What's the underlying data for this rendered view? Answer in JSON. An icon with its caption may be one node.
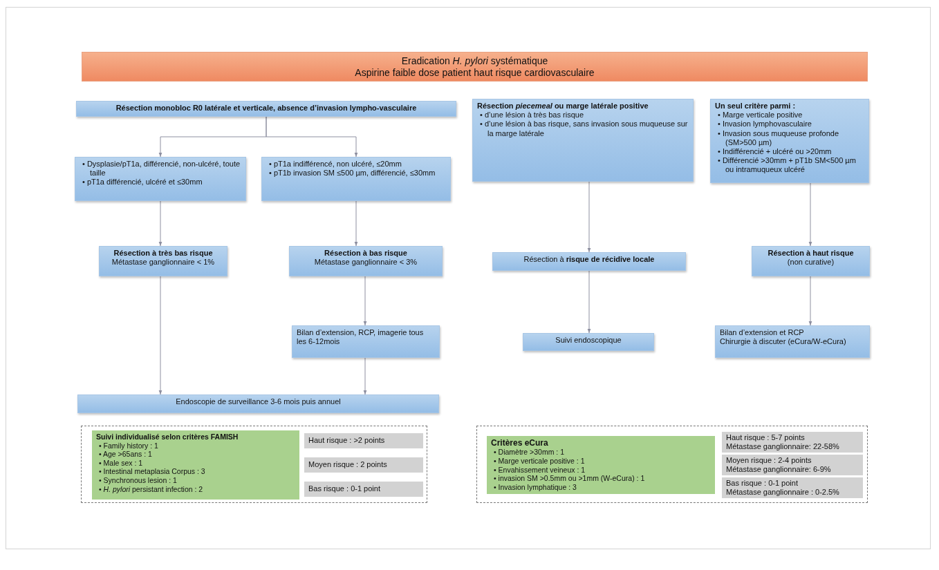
{
  "diagram": {
    "nodes": [
      {
        "text": [
          "Eradication *H. pylori* systématique",
          "Aspirine faible dose patient haut risque cardiovasculaire"
        ]
      },
      {
        "text": [
          "Résection monobloc R0 latérale et verticale, absence d’invasion lympho-vasculaire"
        ]
      },
      {
        "text": [
          "• Dysplasie/pT1a, différencié, non-ulcéré, toute taille",
          "• pT1a différencié, ulcéré et ≤30mm"
        ]
      },
      {
        "text": [
          "• pT1a indifférencé, non ulcéré, ≤20mm",
          "• pT1b invasion SM ≤500 µm, différencié, ≤30mm"
        ]
      },
      {
        "text": [
          "Résection *piecemeal* ou marge latérale positive",
          "• d’une lésion à très bas risque",
          "• d’une lésion à bas risque, sans invasion sous muqueuse sur la marge latérale"
        ]
      },
      {
        "text": [
          "Un seul critère parmi :",
          "• Marge verticale positive",
          "• Invasion lymphovasculaire",
          "• Invasion sous muqueuse profonde (SM>500 µm)",
          "• Indifférencié + ulcéré ou >20mm",
          "• Différencié >30mm + pT1b SM<500 µm ou intramuqueux ulcéré"
        ]
      },
      {
        "text": [
          "Résection à très bas risque",
          "Métastase ganglionnaire < 1%"
        ]
      },
      {
        "text": [
          "Résection à bas risque",
          "Métastase ganglionnaire < 3%"
        ]
      },
      {
        "text": [
          "Résection à **risque de récidive locale**"
        ]
      },
      {
        "text": [
          "Résection à haut risque",
          "(non curative)"
        ]
      },
      {
        "text": [
          "Bilan d’extension, RCP, imagerie tous les 6-12mois"
        ]
      },
      {
        "text": [
          "Suivi endoscopique"
        ]
      },
      {
        "text": [
          "Bilan d’extension et RCP",
          "Chirurgie à discuter (eCura/W-eCura)"
        ]
      },
      {
        "text": [
          "Endoscopie de surveillance 3-6 mois puis annuel"
        ]
      },
      {
        "text": [],
        "shape": "box"
      },
      {
        "text": [
          "Suivi individualisé selon critères FAMISH",
          "• Family history : 1",
          "• Age >65ans : 1",
          "• Male sex : 1",
          "• Intestinal metaplasia Corpus : 3",
          "• Synchronous lesion : 1",
          "• *H. pylori* persistant infection : 2"
        ],
        "in": 14
      },
      {
        "text": [
          "Haut risque : >2 points"
        ],
        "in": 14
      },
      {
        "text": [
          "Moyen risque : 2 points"
        ],
        "in": 14
      },
      {
        "text": [
          "Bas risque : 0-1 point"
        ],
        "in": 14
      },
      {
        "text": [],
        "shape": "box"
      },
      {
        "text": [
          "Critères eCura",
          "• Diamètre >30mm : 1",
          "• Marge verticale positive : 1",
          "• Envahissement veineux : 1",
          "• invasion SM >0.5mm ou >1mm (W-eCura) : 1",
          "• Invasion lymphatique : 3"
        ],
        "in": 19
      },
      {
        "text": [
          "Haut risque : 5-7 points",
          "Métastase ganglionnaire: 22-58%"
        ],
        "in": 19
      },
      {
        "text": [
          "Moyen risque : 2-4 points",
          "Métastase ganglionnaire: 6-9%"
        ],
        "in": 19
      },
      {
        "text": [
          "Bas risque : 0-1 point",
          "Métastase ganglionnaire : 0-2.5%"
        ],
        "in": 19
      }
    ],
    "edges": [
      {
        "from": 1,
        "to": 2,
        "arrow": "to"
      },
      {
        "from": 1,
        "to": 3,
        "arrow": "to"
      },
      {
        "from": 2,
        "to": 6,
        "arrow": "to"
      },
      {
        "from": 3,
        "to": 7,
        "arrow": "to"
      },
      {
        "from": 6,
        "to": 13,
        "arrow": "to"
      },
      {
        "from": 7,
        "to": 10,
        "arrow": "to"
      },
      {
        "from": 10,
        "to": 13,
        "arrow": "to"
      },
      {
        "from": 4,
        "to": 8,
        "arrow": "to"
      },
      {
        "from": 8,
        "to": 11,
        "arrow": "to"
      },
      {
        "from": 5,
        "to": 9,
        "arrow": "to"
      },
      {
        "from": 9,
        "to": 12,
        "arrow": "to"
      }
    ]
  }
}
